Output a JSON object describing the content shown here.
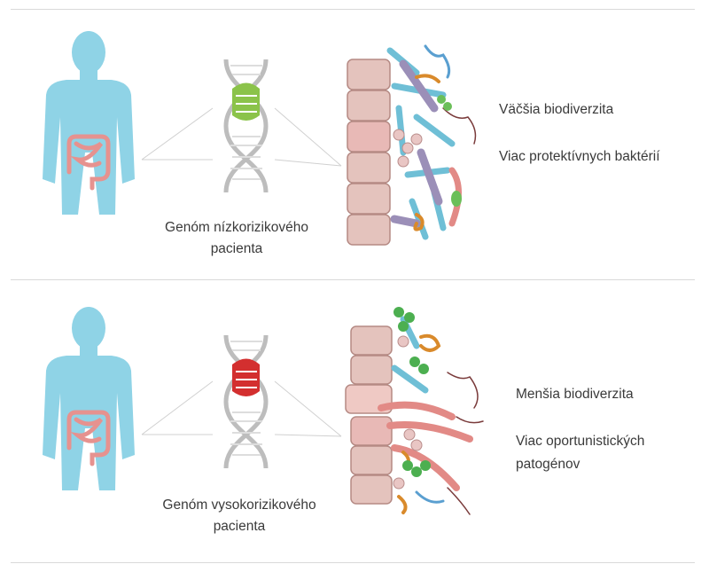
{
  "panels": [
    {
      "id": "low-risk",
      "dna_accent": "#8bc34a",
      "caption": [
        "Genóm nízkorizikového",
        "pacienta"
      ],
      "facts": [
        "Väčšia biodiverzita",
        "Viac protektívnych baktérií"
      ]
    },
    {
      "id": "high-risk",
      "dna_accent": "#d32f2f",
      "caption": [
        "Genóm vysokorizikového",
        "pacienta"
      ],
      "facts": [
        "Menšia biodiverzita",
        "Viac oportunistických",
        "patogénov"
      ]
    }
  ],
  "colors": {
    "body": "#8fd3e6",
    "intestine": "#e6928f",
    "cells": "#e4c3bd",
    "divider": "#d9d9d9"
  },
  "icons": [
    "human-body-icon",
    "dna-helix-icon",
    "gut-microbiome-icon"
  ]
}
